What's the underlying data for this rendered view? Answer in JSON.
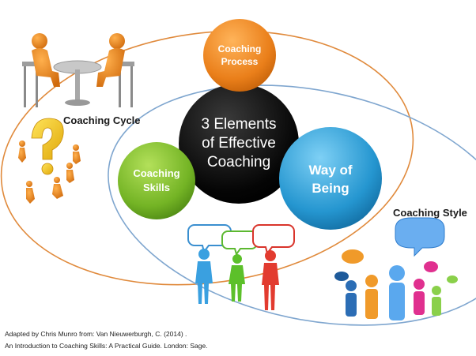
{
  "diagram": {
    "center": {
      "line1": "3 Elements",
      "line2": "of Effective",
      "line3": "Coaching"
    },
    "process": {
      "line1": "Coaching",
      "line2": "Process"
    },
    "skills": {
      "line1": "Coaching",
      "line2": "Skills"
    },
    "being": {
      "line1": "Way of",
      "line2": "Being"
    },
    "labels": {
      "cycle": "Coaching Cycle",
      "style": "Coaching Style"
    },
    "caption": {
      "line1": "Adapted by Chris Munro from: Van Nieuwerburgh, C. (2014) .",
      "line2": "An Introduction to Coaching Skills: A Practical Guide. London: Sage."
    },
    "colors": {
      "orange": "#ed8a2a",
      "green": "#7cbd2c",
      "blue": "#2f9fd6",
      "black": "#0d0d0d",
      "ellipse_orange": "#e08a3c",
      "ellipse_blue": "#7fa6cf"
    },
    "icons": [
      "people-at-table-icon",
      "question-mark-icon",
      "speech-bubbles-people-icon",
      "colorful-people-speech-icon"
    ]
  }
}
